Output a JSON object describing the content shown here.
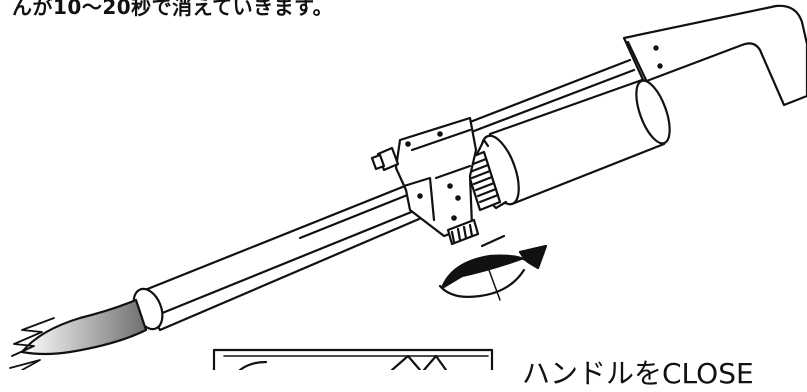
{
  "document": {
    "caption": "んが10〜20秒で消えていきます。",
    "close_label": "ハンドルをCLOSE"
  },
  "colors": {
    "line": "#111111",
    "flame_light": "#f0f0f0",
    "flame_dark": "#8a8a8a"
  },
  "icons": {
    "rotation_arrow": "curved-arrow-icon",
    "torch": "gas-torch-illustration",
    "flame": "flame-illustration"
  }
}
